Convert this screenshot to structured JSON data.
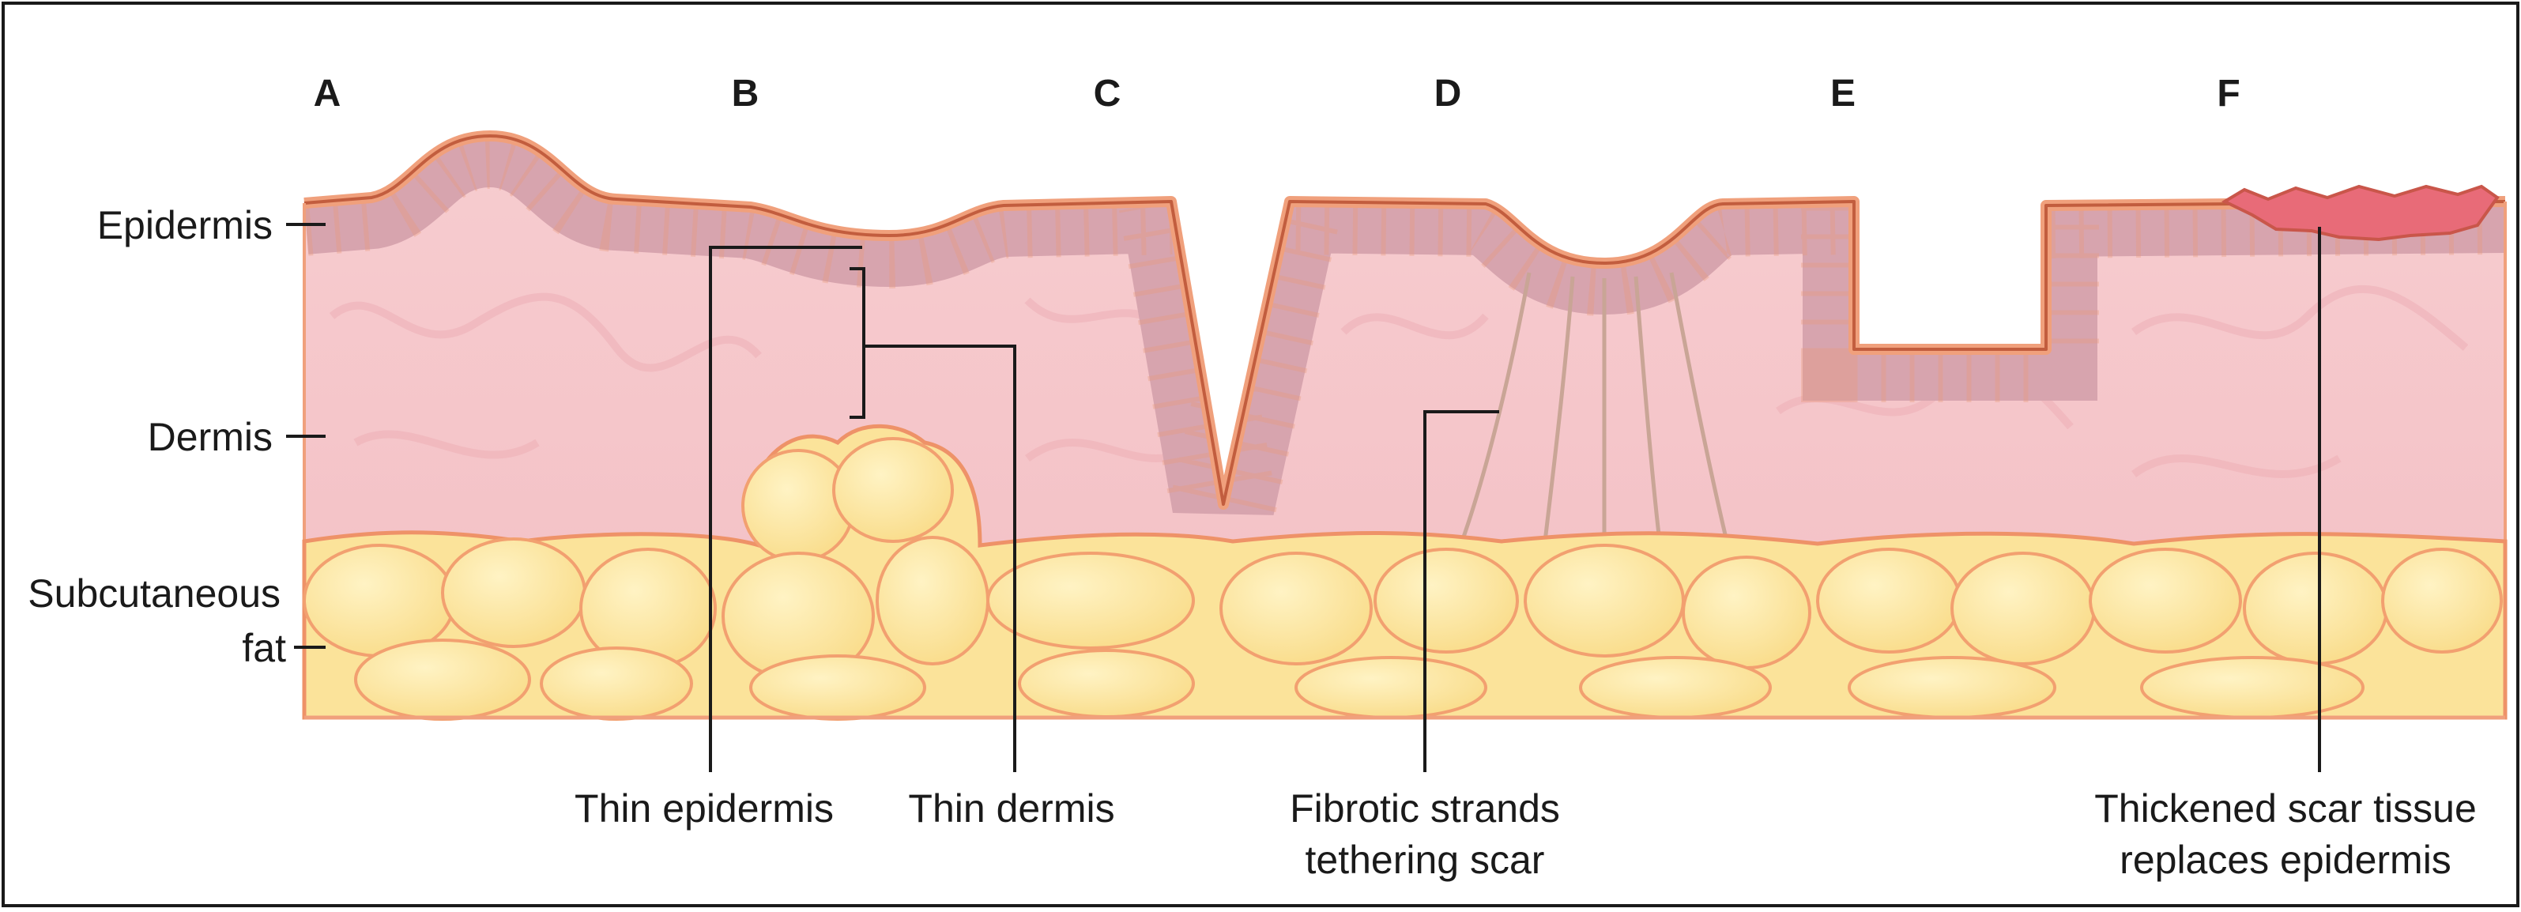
{
  "figure": {
    "panel_letters": [
      "A",
      "B",
      "C",
      "D",
      "E",
      "F"
    ],
    "layers": {
      "epidermis": "Epidermis",
      "dermis": "Dermis",
      "subcutaneous_line1": "Subcutaneous",
      "subcutaneous_line2": "fat"
    },
    "annotations": {
      "thin_epidermis": "Thin epidermis",
      "thin_dermis": "Thin dermis",
      "fibrotic_line1": "Fibrotic strands",
      "fibrotic_line2": "tethering scar",
      "scar_line1": "Thickened scar tissue",
      "scar_line2": "replaces epidermis"
    },
    "colors": {
      "dermis": "#f6c9cc",
      "epidermis": "#d7a4ae",
      "surface": "#e0825c",
      "fat": "#fbe39a",
      "scar": "#e86b78",
      "strands": "#c9a596"
    }
  }
}
